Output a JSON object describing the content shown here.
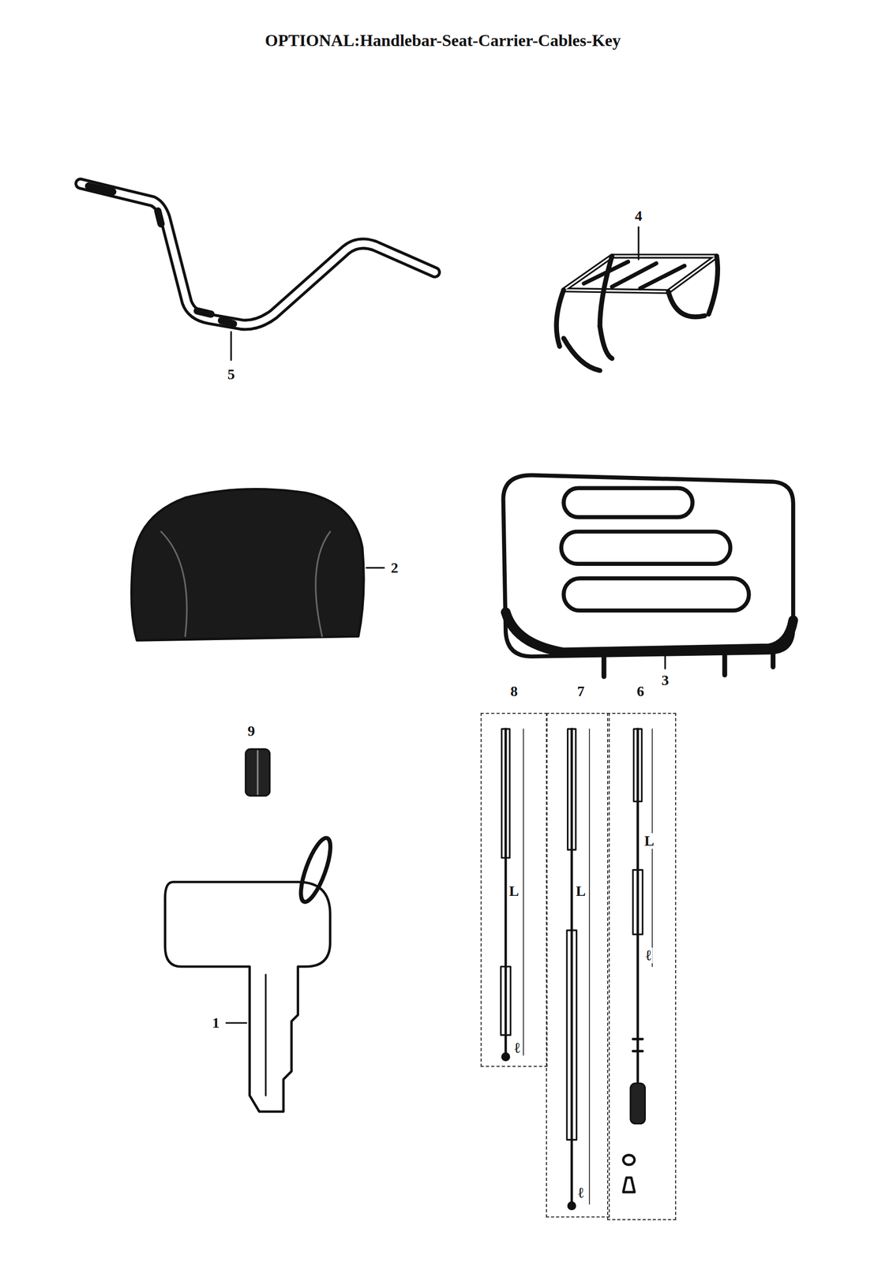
{
  "diagram": {
    "title": "OPTIONAL:Handlebar-Seat-Carrier-Cables-Key",
    "nodes": [
      {
        "text": [
          "8",
          "L",
          "ℓ"
        ]
      },
      {
        "text": [
          "7",
          "L",
          "ℓ"
        ]
      },
      {
        "text": [
          "6",
          "L",
          "ℓ"
        ]
      }
    ],
    "labels": [
      "4",
      "5",
      "2",
      "3",
      "9",
      "1"
    ]
  }
}
